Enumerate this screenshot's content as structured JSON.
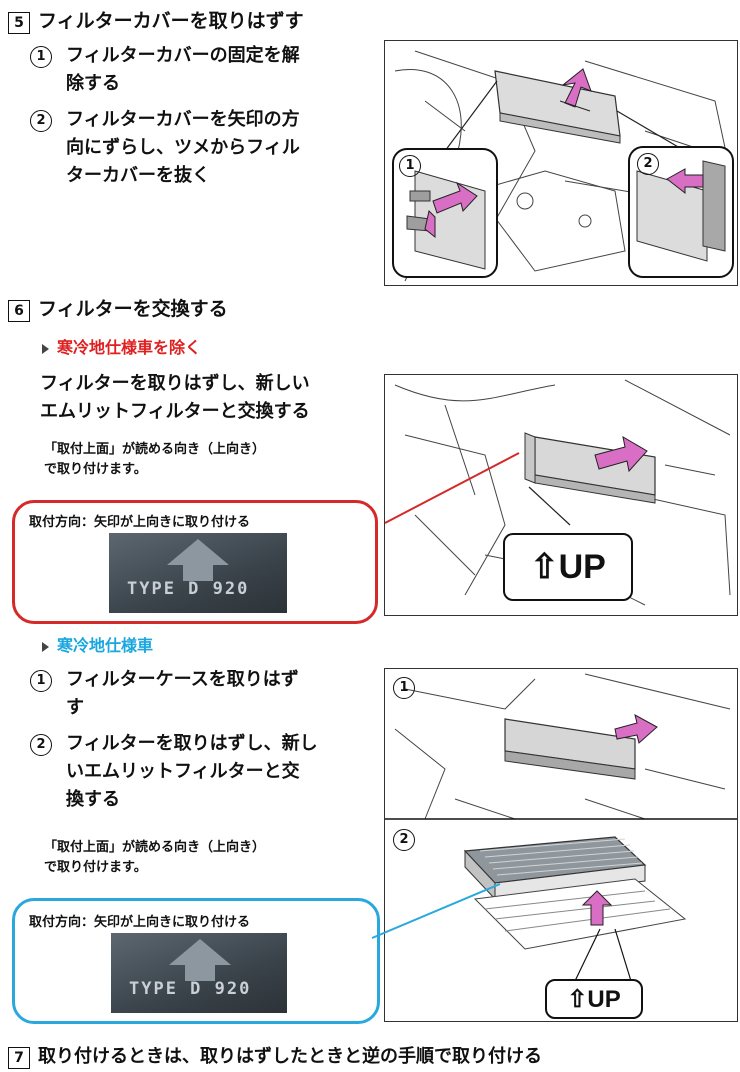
{
  "step5": {
    "num": "5",
    "title": "フィルターカバーを取りはずす",
    "sub1": {
      "num": "1",
      "line1": "フィルターカバーの固定を解",
      "line2": "除する"
    },
    "sub2": {
      "num": "2",
      "line1": "フィルターカバーを矢印の方",
      "line2": "向にずらし、ツメからフィル",
      "line3": "ターカバーを抜く"
    },
    "fig_callout1": "1",
    "fig_callout2": "2"
  },
  "step6": {
    "num": "6",
    "title": "フィルターを交換する",
    "variant_a": {
      "label": "寒冷地仕様車を除く",
      "line1": "フィルターを取りはずし、新しい",
      "line2": "エムリットフィルターと交換する",
      "note1": "「取付上面」が読める向き（上向き）",
      "note2": "で取り付けます。",
      "box_label": "取付方向：矢印が上向きに取り付ける",
      "photo_text": "TYPE D 920",
      "up_label": "⇧UP"
    },
    "variant_b": {
      "label": "寒冷地仕様車",
      "sub1": {
        "num": "1",
        "line1": "フィルターケースを取りはず",
        "line2": "す"
      },
      "sub2": {
        "num": "2",
        "line1": "フィルターを取りはずし、新し",
        "line2": "いエムリットフィルターと交",
        "line3": "換する"
      },
      "note1": "「取付上面」が読める向き（上向き）",
      "note2": "で取り付けます。",
      "box_label": "取付方向：矢印が上向きに取り付ける",
      "photo_text": "TYPE D 920",
      "up_label": "⇧UP",
      "fig_callout1": "1",
      "fig_callout2": "2"
    }
  },
  "step7": {
    "num": "7",
    "title": "取り付けるときは、取りはずしたときと逆の手順で取り付ける"
  },
  "colors": {
    "red": "#e02020",
    "cyan": "#1aa6de",
    "arrow": "#d86fc4",
    "frame_red": "#d42a2a",
    "frame_blue": "#29a8dd"
  }
}
